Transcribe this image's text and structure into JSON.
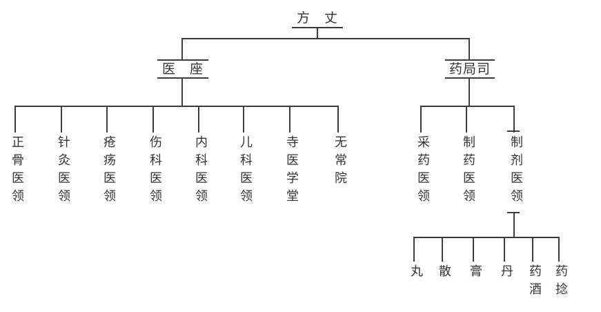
{
  "diagram": {
    "root": "方　丈",
    "left": {
      "label": "医　座",
      "children": [
        "正骨医领",
        "针灸医领",
        "疮疡医领",
        "伤科医领",
        "内科医领",
        "儿科医领",
        "寺医学堂",
        "无常院"
      ]
    },
    "right": {
      "label": "药局司",
      "children": [
        "采药医领",
        "制药医领",
        "制剂医领"
      ],
      "sub_parent": "制剂医领",
      "sub_children": [
        "丸",
        "散",
        "膏",
        "丹",
        "药酒",
        "药捻"
      ]
    },
    "line_color": "#3c3c3c"
  }
}
